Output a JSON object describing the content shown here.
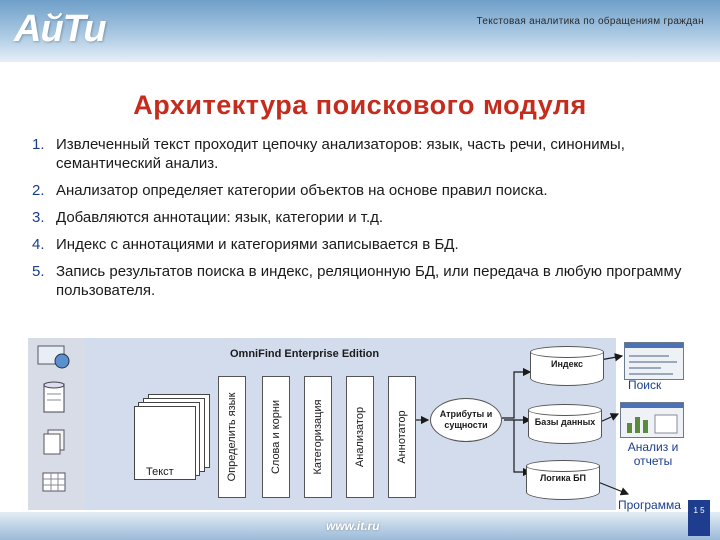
{
  "header": {
    "logo": "АйТи",
    "caption": "Текстовая аналитика по обращениям граждан"
  },
  "title": "Архитектура поискового модуля",
  "points": [
    {
      "num": "1.",
      "text": "Извлеченный текст проходит цепочку анализаторов: язык, часть речи, синонимы, семантический анализ."
    },
    {
      "num": "2.",
      "text": "Анализатор определяет категории объектов на основе правил поиска."
    },
    {
      "num": "3.",
      "text": "Добавляются аннотации: язык, категории и т.д."
    },
    {
      "num": "4.",
      "text": "Индекс с аннотациями и категориями записывается в БД."
    },
    {
      "num": "5.",
      "text": "Запись результатов поиска в индекс, реляционную БД, или передача в любую программу пользователя."
    }
  ],
  "diagram": {
    "engine_title": "OmniFind Enterprise Edition",
    "doc_label": "Текст",
    "stages": [
      "Определить язык",
      "Слова и корни",
      "Категоризация",
      "Анализатор",
      "Аннотатор"
    ],
    "entities": "Атрибуты и сущности",
    "index": "Индекс",
    "databases": "Базы данных",
    "logic": "Логика БП",
    "outputs": {
      "search": "Поиск",
      "analysis": "Анализ и отчеты",
      "program": "Программа"
    }
  },
  "footer": {
    "url": "www.it.ru",
    "page": "1 5"
  }
}
